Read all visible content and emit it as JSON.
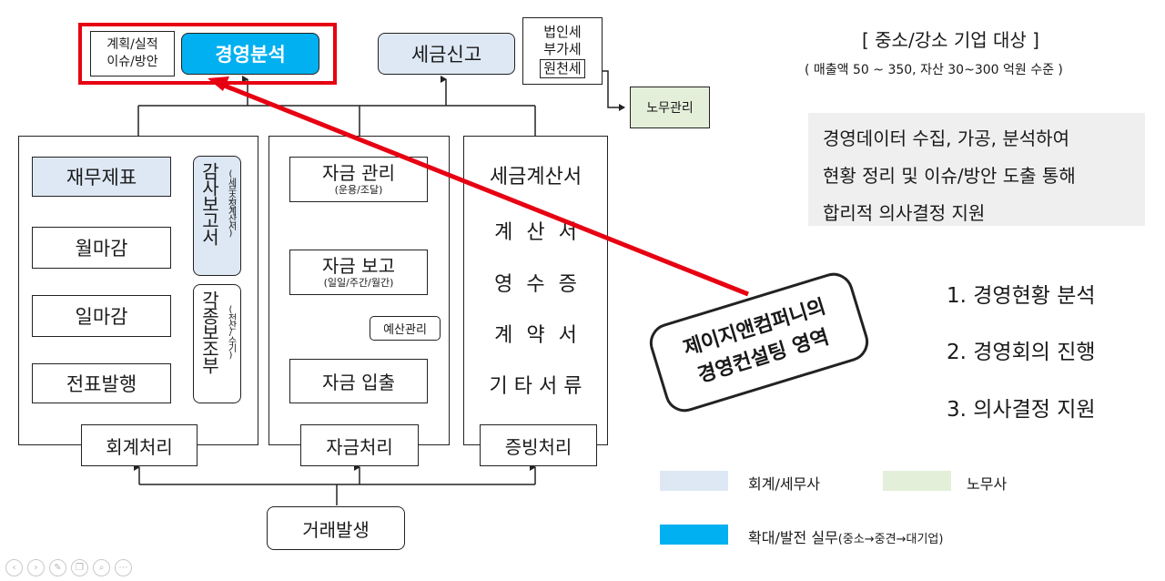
{
  "top": {
    "plan_label_1": "계획/실적",
    "plan_label_2": "이슈/방안",
    "mgmt_analysis": "경영분석",
    "tax_report": "세금신고",
    "tax_list": [
      "법인세",
      "부가세",
      "원천세"
    ],
    "labor": "노무관리"
  },
  "accounting": {
    "financial": "재무제표",
    "monthly": "월마감",
    "daily": "일마감",
    "voucher": "전표발행",
    "audit_main": "감사보고서",
    "audit_sub": "(세무조정계산서)",
    "ledger_main": "각종보조부",
    "ledger_sub": "(전산/수기)",
    "footer": "회계처리"
  },
  "funds": {
    "mgmt": "자금 관리",
    "mgmt_sub": "(운용/조달)",
    "report": "자금 보고",
    "report_sub": "(일일/주간/월간)",
    "budget": "예산관리",
    "flow": "자금 입출",
    "footer": "자금처리"
  },
  "evidence": {
    "items": [
      "세금계산서",
      "계 산 서",
      "영 수 증",
      "계 약 서",
      "기 타 서 류"
    ],
    "footer": "증빙처리"
  },
  "transaction": "거래발생",
  "target": {
    "title": "[ 중소/강소 기업 대상 ]",
    "sub": "( 매출액 50 ~ 350, 자산 30~300 억원 수준 )"
  },
  "gray_box": [
    "경영데이터 수집, 가공, 분석하여",
    "현황 정리 및 이슈/방안 도출 통해",
    "합리적 의사결정 지원"
  ],
  "numbered": [
    "1. 경영현황 분석",
    "2. 경영회의 진행",
    "3. 의사결정 지원"
  ],
  "callout": [
    "제이지앤컴퍼니의",
    "경영컨설팅 영역"
  ],
  "legend": {
    "acct_tax": "회계/세무사",
    "labor": "노무사",
    "expand": "확대/발전 실무",
    "expand_sub": "(중소→중견→대기업)"
  },
  "colors": {
    "light_blue": "#dde8f4",
    "bright_blue": "#00b0f0",
    "light_green": "#e4efda",
    "red": "#e60012",
    "gray_box": "#efefef"
  },
  "icons": [
    "prev-icon",
    "next-icon",
    "pen-icon",
    "copy-icon",
    "zoom-icon",
    "more-icon"
  ]
}
